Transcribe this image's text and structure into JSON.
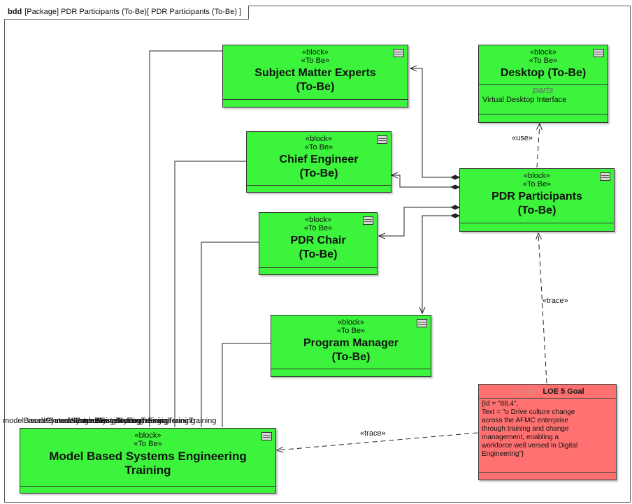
{
  "frame": {
    "keyword": "bdd",
    "title": "[Package] PDR Participants (To-Be)[ PDR Participants (To-Be) ]"
  },
  "blocks": {
    "sme": {
      "stereo1": "«block»",
      "stereo2": "«To Be»",
      "name": "Subject Matter Experts\n(To-Be)"
    },
    "desktop": {
      "stereo1": "«block»",
      "stereo2": "«To Be»",
      "name": "Desktop (To-Be)",
      "compartment_title": "parts",
      "compartment_item": "Virtual Desktop Interface"
    },
    "chief": {
      "stereo1": "«block»",
      "stereo2": "«To Be»",
      "name": "Chief Engineer\n(To-Be)"
    },
    "pdr": {
      "stereo1": "«block»",
      "stereo2": "«To Be»",
      "name": "PDR Participants\n(To-Be)"
    },
    "chair": {
      "stereo1": "«block»",
      "stereo2": "«To Be»",
      "name": "PDR Chair\n(To-Be)"
    },
    "pm": {
      "stereo1": "«block»",
      "stereo2": "«To Be»",
      "name": "Program Manager\n(To-Be)"
    },
    "mbse": {
      "stereo1": "«block»",
      "stereo2": "«To Be»",
      "name": "Model Based Systems Engineering\nTraining"
    }
  },
  "requirement": {
    "id_label": "Id = 88.4",
    "name": "LOE 5 Goal",
    "text": "{Id = \"88.4\",\nText = \"o Drive culture change\nacross the AFMC enterprise\nthrough training and change\nmanagement, enabling a\nworkforce well versed in Digital\nEngineering\"}"
  },
  "labels": {
    "use": "«use»",
    "trace_pdr": "«trace»",
    "trace_mbse": "«trace»",
    "overlapped_role": "modelBasedSystemsEngineeringTraining"
  }
}
